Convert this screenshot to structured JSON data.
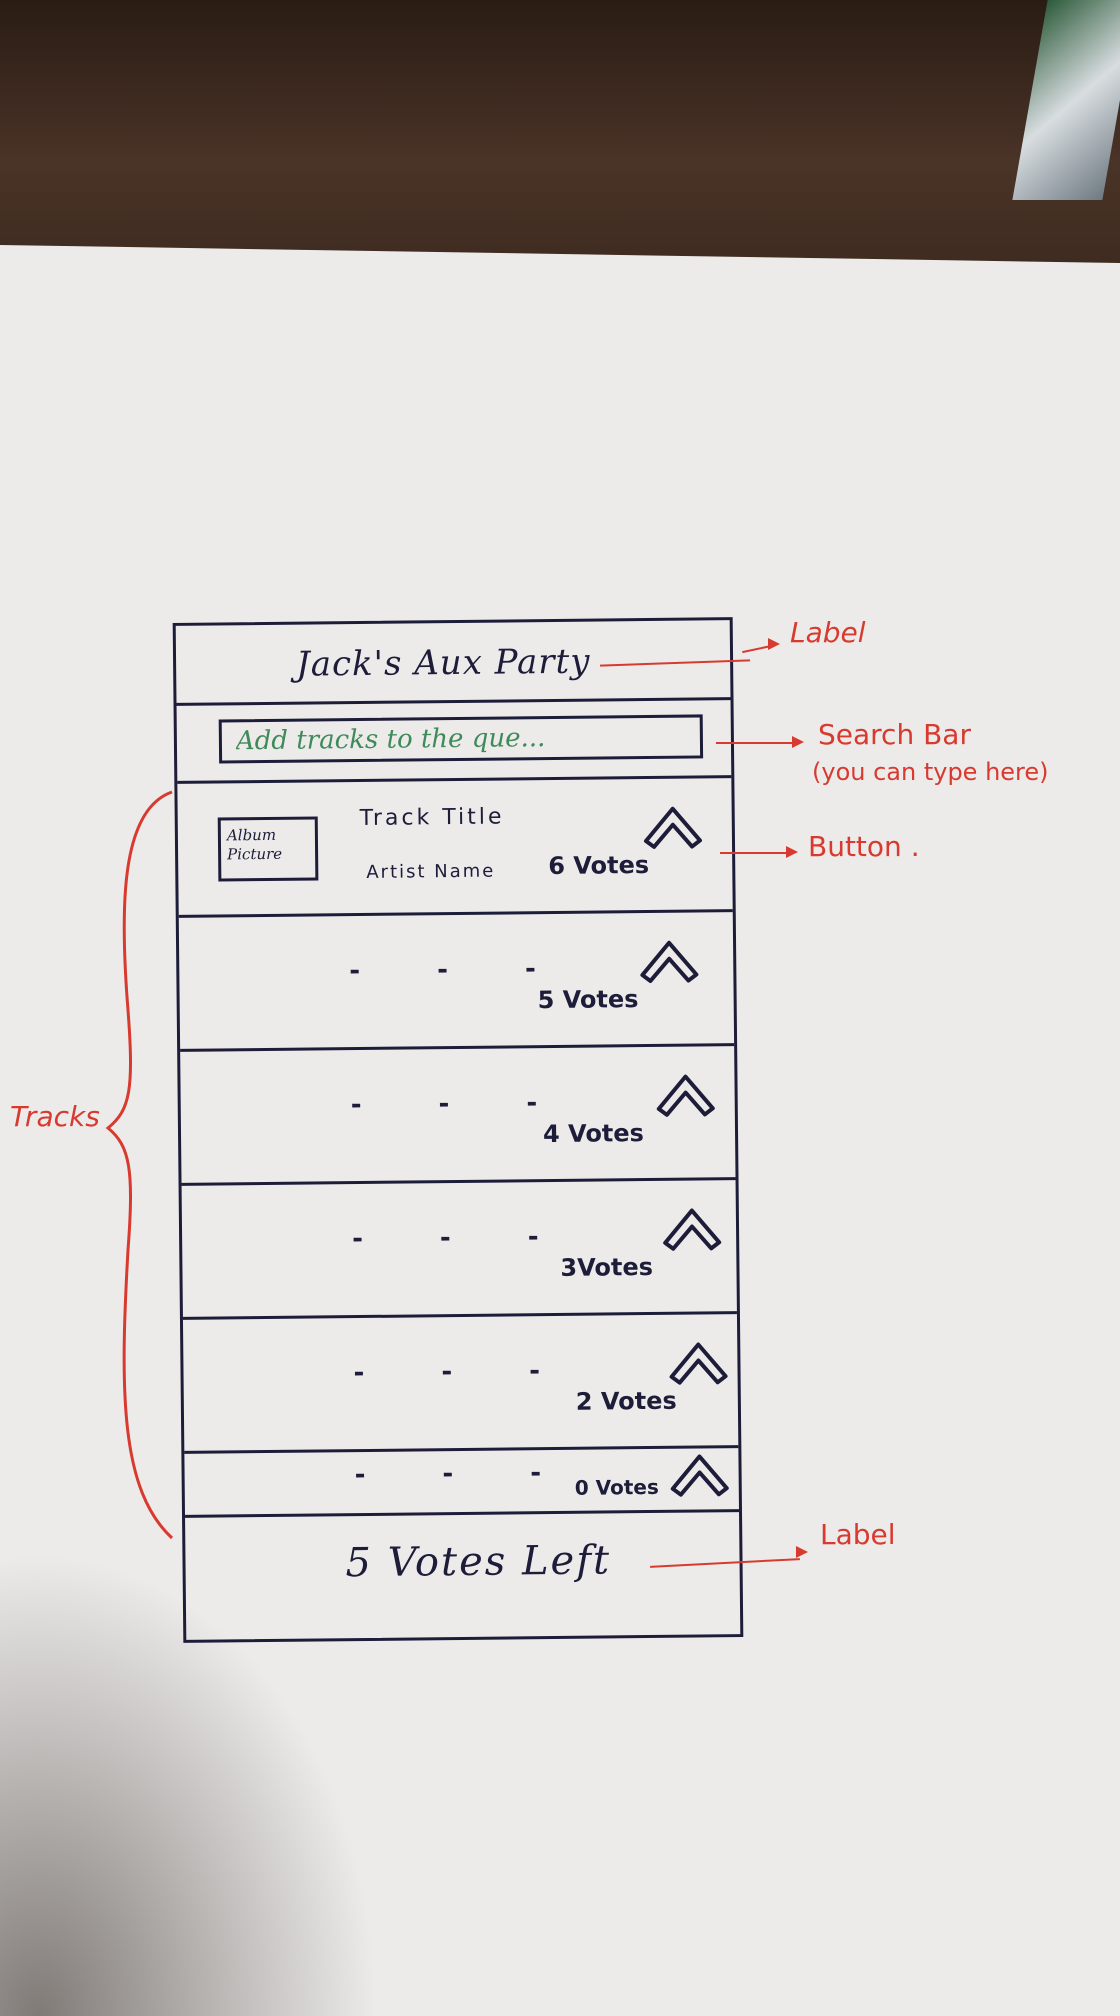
{
  "app": {
    "title": "Jack's Aux Party",
    "search_placeholder": "Add tracks to the que...",
    "votes_left": "5 Votes Left"
  },
  "tracks": [
    {
      "album_label": "Album Picture",
      "title": "Track Title",
      "artist": "Artist Name",
      "votes": "6 Votes"
    },
    {
      "placeholder": "- - -",
      "votes": "5 Votes"
    },
    {
      "placeholder": "- - -",
      "votes": "4 Votes"
    },
    {
      "placeholder": "- - -",
      "votes": "3Votes"
    },
    {
      "placeholder": "- - -",
      "votes": "2 Votes"
    },
    {
      "placeholder": "- - -",
      "votes": "0 Votes"
    }
  ],
  "annotations": {
    "label_top": "Label",
    "search_bar": "Search Bar",
    "search_bar_note": "(you can type here)",
    "button": "Button .",
    "tracks": "Tracks",
    "label_bottom": "Label"
  },
  "colors": {
    "ink": "#1d1d3a",
    "annotation_red": "#d83a2f",
    "placeholder_green": "#3f8a5a",
    "paper": "#ecebea"
  },
  "icons": {
    "upvote": "chevron-up-icon"
  }
}
